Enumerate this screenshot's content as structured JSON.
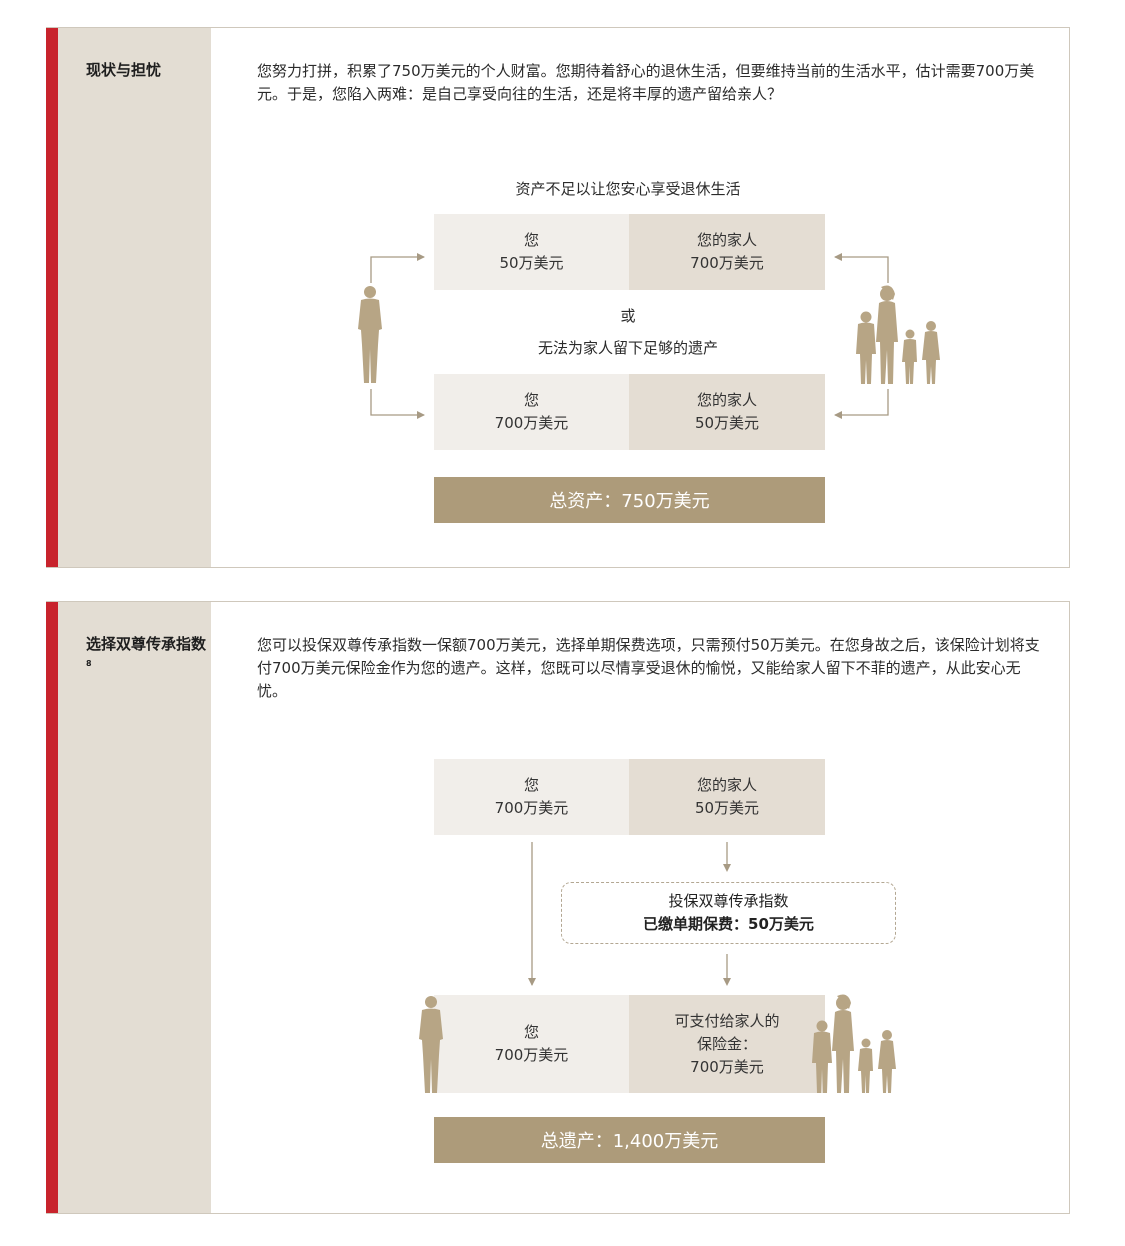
{
  "section1": {
    "title": "现状与担忧",
    "intro": "您努力打拼，积累了750万美元的个人财富。您期待着舒心的退休生活，但要维持当前的生活水平，估计需要700万美元。于是，您陷入两难：是自己享受向往的生活，还是将丰厚的遗产留给亲人？",
    "caption_top": "资产不足以让您安心享受退休生活",
    "option1": {
      "you_label": "您",
      "you_amount": "50万美元",
      "family_label": "您的家人",
      "family_amount": "700万美元"
    },
    "or": "或",
    "caption_middle": "无法为家人留下足够的遗产",
    "option2": {
      "you_label": "您",
      "you_amount": "700万美元",
      "family_label": "您的家人",
      "family_amount": "50万美元"
    },
    "total": "总资产：750万美元"
  },
  "section2": {
    "title": "选择双尊传承指数",
    "title_footnote": "8",
    "intro": "您可以投保双尊传承指数一保额700万美元，选择单期保费选项，只需预付50万美元。在您身故之后，该保险计划将支付700万美元保险金作为您的遗产。这样，您既可以尽情享受退休的愉悦，又能给家人留下不菲的遗产，从此安心无忧。",
    "top_box": {
      "you_label": "您",
      "you_amount": "700万美元",
      "family_label": "您的家人",
      "family_amount": "50万美元"
    },
    "premium_box": {
      "line1": "投保双尊传承指数",
      "line2": "已缴单期保费：50万美元"
    },
    "bottom_box": {
      "you_label": "您",
      "you_amount": "700万美元",
      "family_line1": "可支付给家人的",
      "family_line2": "保险金：",
      "family_amount": "700万美元"
    },
    "total": "总遗产：1,400万美元"
  },
  "colors": {
    "red_bar": "#c8232c",
    "sidebar": "#e3ddd3",
    "box_light": "#f1eeea",
    "box_dark": "#e4ddd3",
    "total_bar": "#ad9b7a",
    "silhouette": "#b7a585",
    "arrow": "#a79a84"
  },
  "icons": [
    "man-silhouette-icon",
    "family-silhouette-icon",
    "arrow-icon"
  ]
}
